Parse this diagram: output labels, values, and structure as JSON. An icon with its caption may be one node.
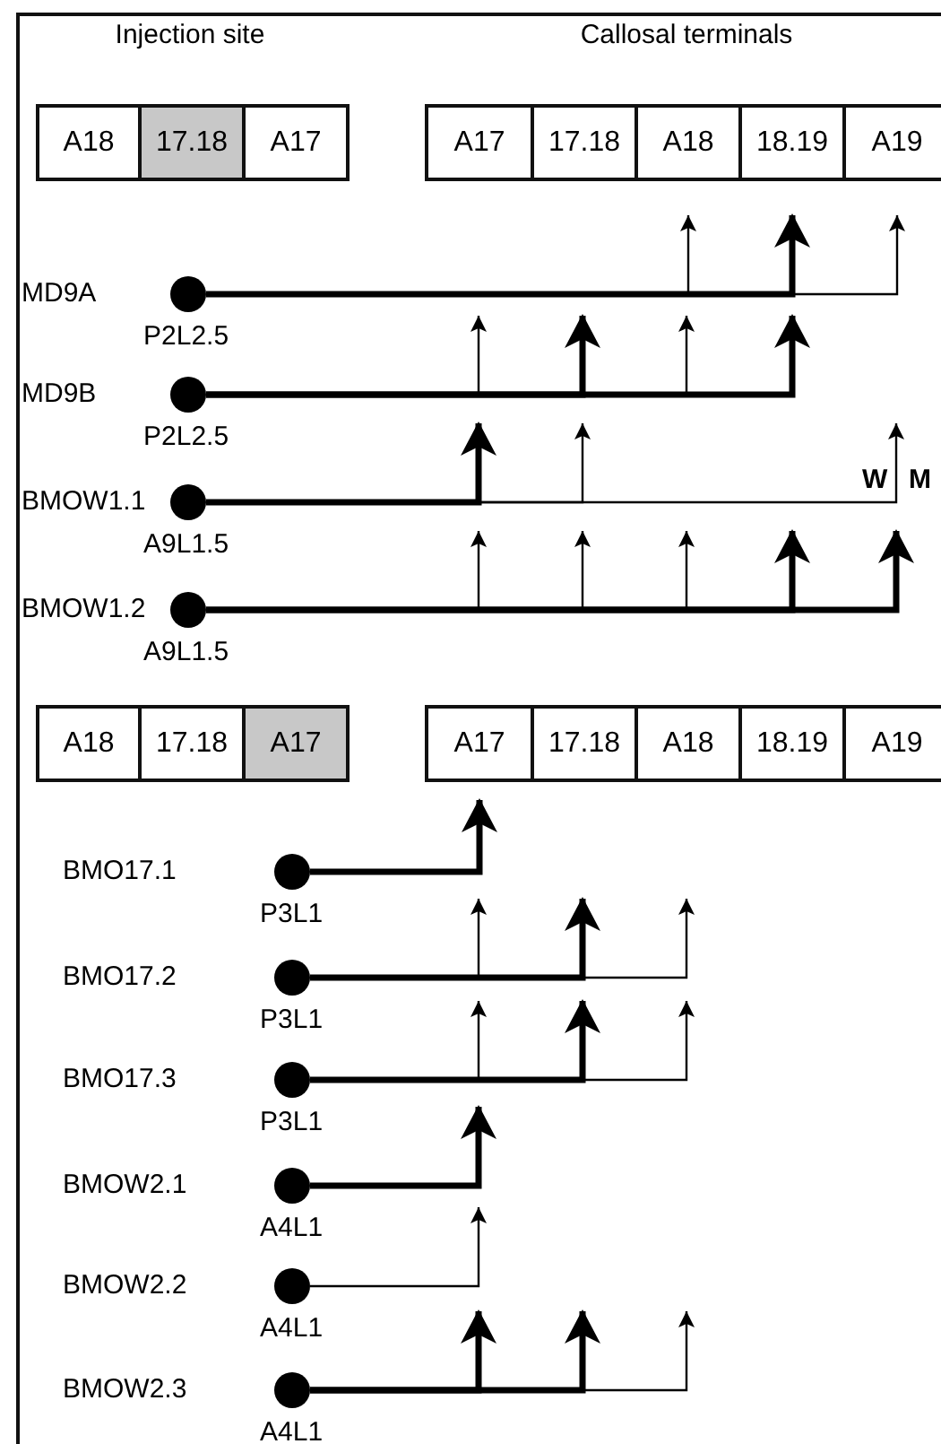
{
  "diagram": {
    "nodes": [
      {
        "text": [
          "A18"
        ]
      },
      {
        "text": [
          "17.18"
        ]
      },
      {
        "text": [
          "A17"
        ]
      },
      {
        "text": [
          "A17"
        ]
      },
      {
        "text": [
          "17.18"
        ]
      },
      {
        "text": [
          "A18"
        ]
      },
      {
        "text": [
          "18.19"
        ]
      },
      {
        "text": [
          "A19"
        ]
      },
      {
        "text": [],
        "shape": "circle",
        "beside": [
          "MD9A",
          "P2L2.5"
        ]
      },
      {
        "text": [],
        "shape": "circle",
        "beside": [
          "MD9B",
          "P2L2.5"
        ]
      },
      {
        "text": [],
        "shape": "circle",
        "beside": [
          "BMOW1.1",
          "A9L1.5"
        ]
      },
      {
        "text": [],
        "shape": "circle",
        "beside": [
          "BMOW1.2",
          "A9L1.5"
        ]
      },
      {
        "text": [
          "A18"
        ]
      },
      {
        "text": [
          "17.18"
        ]
      },
      {
        "text": [
          "A17"
        ]
      },
      {
        "text": [
          "A17"
        ]
      },
      {
        "text": [
          "17.18"
        ]
      },
      {
        "text": [
          "A18"
        ]
      },
      {
        "text": [
          "18.19"
        ]
      },
      {
        "text": [
          "A19"
        ]
      },
      {
        "text": [],
        "shape": "circle",
        "beside": [
          "BMO17.1",
          "P3L1"
        ]
      },
      {
        "text": [],
        "shape": "circle",
        "beside": [
          "BMO17.2",
          "P3L1"
        ]
      },
      {
        "text": [],
        "shape": "circle",
        "beside": [
          "BMO17.3",
          "P3L1"
        ]
      },
      {
        "text": [],
        "shape": "circle",
        "beside": [
          "BMOW2.1",
          "A4L1"
        ]
      },
      {
        "text": [],
        "shape": "circle",
        "beside": [
          "BMOW2.2",
          "A4L1"
        ]
      },
      {
        "text": [],
        "shape": "circle",
        "beside": [
          "BMOW2.3",
          "A4L1"
        ]
      }
    ],
    "edges": [
      {
        "from": 8,
        "to": 5,
        "arrow": "to"
      },
      {
        "from": 8,
        "to": 6,
        "arrow": "to",
        "style": "thick"
      },
      {
        "from": 8,
        "to": 7,
        "arrow": "to"
      },
      {
        "from": 9,
        "to": null,
        "arrow": "to"
      },
      {
        "from": 9,
        "to": null,
        "arrow": "to",
        "style": "thick"
      },
      {
        "from": 9,
        "to": null,
        "arrow": "to"
      },
      {
        "from": 9,
        "to": null,
        "arrow": "to",
        "style": "thick"
      },
      {
        "from": 10,
        "to": null,
        "arrow": "to",
        "style": "thick"
      },
      {
        "from": 10,
        "to": null,
        "arrow": "to"
      },
      {
        "from": 10,
        "to": null,
        "arrow": "to"
      },
      {
        "from": 11,
        "to": null,
        "arrow": "to"
      },
      {
        "from": 11,
        "to": null,
        "arrow": "to"
      },
      {
        "from": 11,
        "to": null,
        "arrow": "to"
      },
      {
        "from": 11,
        "to": null,
        "arrow": "to",
        "style": "thick"
      },
      {
        "from": 11,
        "to": null,
        "arrow": "to",
        "style": "thick"
      },
      {
        "from": 20,
        "to": 15,
        "arrow": "to",
        "style": "thick"
      },
      {
        "from": 21,
        "to": null,
        "arrow": "to"
      },
      {
        "from": 21,
        "to": null,
        "arrow": "to",
        "style": "thick"
      },
      {
        "from": 21,
        "to": null,
        "arrow": "to"
      },
      {
        "from": 22,
        "to": null,
        "arrow": "to"
      },
      {
        "from": 22,
        "to": null,
        "arrow": "to",
        "style": "thick"
      },
      {
        "from": 22,
        "to": null,
        "arrow": "to"
      },
      {
        "from": 23,
        "to": null,
        "arrow": "to",
        "style": "thick"
      },
      {
        "from": 24,
        "to": null,
        "arrow": "to"
      },
      {
        "from": 25,
        "to": null,
        "arrow": "to",
        "style": "thick"
      },
      {
        "from": 25,
        "to": null,
        "arrow": "to",
        "style": "thick"
      },
      {
        "from": 25,
        "to": null,
        "arrow": "to"
      }
    ],
    "labels": [
      "Injection site",
      "Callosal terminals",
      "W",
      "M"
    ]
  }
}
